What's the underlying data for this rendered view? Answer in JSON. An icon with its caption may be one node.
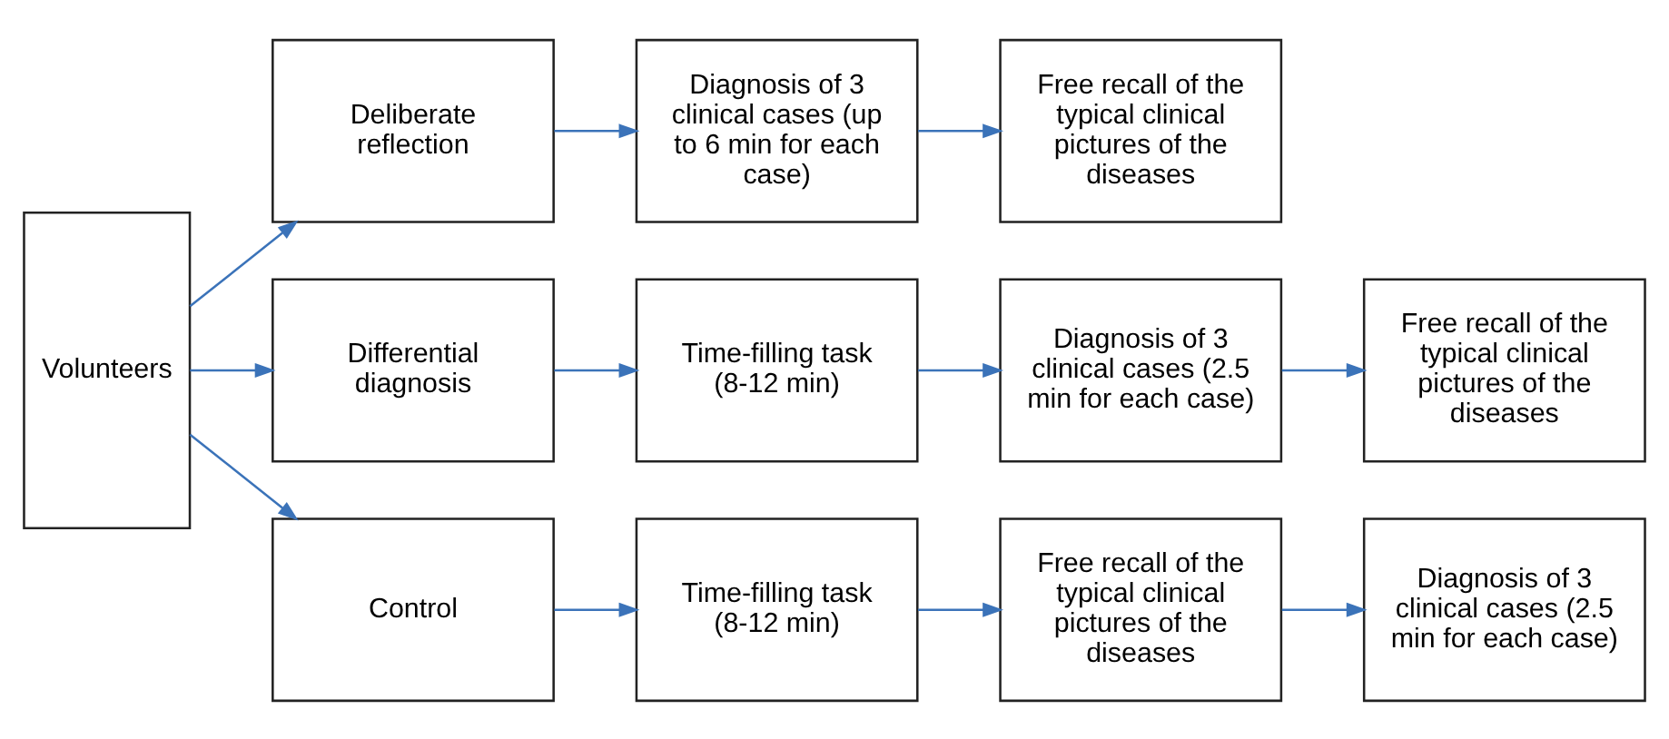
{
  "diagram": {
    "nodes": [
      {
        "text": [
          "Volunteers"
        ]
      },
      {
        "text": [
          "Deliberate reflection"
        ]
      },
      {
        "text": [
          "Diagnosis of 3 clinical cases (up to 6 min for each case)"
        ]
      },
      {
        "text": [
          "Free recall of the typical clinical pictures of the diseases"
        ]
      },
      {
        "text": [
          "Differential diagnosis"
        ]
      },
      {
        "text": [
          "Time-filling task (8-12 min)"
        ]
      },
      {
        "text": [
          "Diagnosis of 3 clinical cases (2.5 min for each case)"
        ]
      },
      {
        "text": [
          "Free recall of the typical clinical pictures of the diseases"
        ]
      },
      {
        "text": [
          "Control"
        ]
      },
      {
        "text": [
          "Time-filling task (8-12 min)"
        ]
      },
      {
        "text": [
          "Free recall of the typical clinical pictures of the diseases"
        ]
      },
      {
        "text": [
          "Diagnosis of 3 clinical cases (2.5 min for each case)"
        ]
      }
    ],
    "edges": [
      {
        "from": 0,
        "to": 1,
        "arrow": "to"
      },
      {
        "from": 0,
        "to": 4,
        "arrow": "to"
      },
      {
        "from": 0,
        "to": 8,
        "arrow": "to"
      },
      {
        "from": 1,
        "to": 2,
        "arrow": "to"
      },
      {
        "from": 2,
        "to": 3,
        "arrow": "to"
      },
      {
        "from": 4,
        "to": 5,
        "arrow": "to"
      },
      {
        "from": 5,
        "to": 6,
        "arrow": "to"
      },
      {
        "from": 6,
        "to": 7,
        "arrow": "to"
      },
      {
        "from": 8,
        "to": 9,
        "arrow": "to"
      },
      {
        "from": 9,
        "to": 10,
        "arrow": "to"
      },
      {
        "from": 10,
        "to": 11,
        "arrow": "to"
      }
    ]
  }
}
